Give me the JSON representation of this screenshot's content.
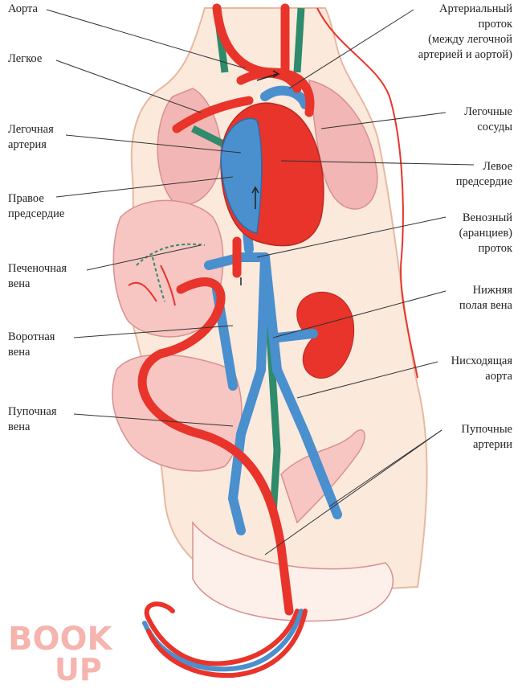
{
  "labels_left": [
    {
      "id": "aorta",
      "lines": [
        "Аорта"
      ]
    },
    {
      "id": "lung",
      "lines": [
        "Легкое"
      ]
    },
    {
      "id": "pulmonary-artery",
      "lines": [
        "Легочная",
        "артерия"
      ]
    },
    {
      "id": "right-atrium",
      "lines": [
        "Правое",
        "предсердие"
      ]
    },
    {
      "id": "hepatic-vein",
      "lines": [
        "Печеночная",
        "вена"
      ]
    },
    {
      "id": "portal-vein",
      "lines": [
        "Воротная",
        "вена"
      ]
    },
    {
      "id": "umbilical-vein",
      "lines": [
        "Пупочная",
        "вена"
      ]
    }
  ],
  "labels_right": [
    {
      "id": "ductus-arteriosus",
      "lines": [
        "Артериальный",
        "проток",
        "(между легочной",
        "артерией и аортой)"
      ]
    },
    {
      "id": "pulmonary-vessels",
      "lines": [
        "Легочные",
        "сосуды"
      ]
    },
    {
      "id": "left-atrium",
      "lines": [
        "Левое",
        "предсердие"
      ]
    },
    {
      "id": "ductus-venosus",
      "lines": [
        "Венозный",
        "(аранциев)",
        "проток"
      ]
    },
    {
      "id": "inferior-vena-cava",
      "lines": [
        "Нижняя",
        "полая вена"
      ]
    },
    {
      "id": "descending-aorta",
      "lines": [
        "Нисходящая",
        "аорта"
      ]
    },
    {
      "id": "umbilical-arteries",
      "lines": [
        "Пупочные",
        "артерии"
      ]
    }
  ],
  "watermark": {
    "top": "BOOK",
    "bottom": "UP"
  },
  "colors": {
    "artery": "#e8342a",
    "vein": "#4a8fce",
    "lymph": "#2e8b6b",
    "organ": "#f2b7b5",
    "body": "#fbe9dc"
  }
}
